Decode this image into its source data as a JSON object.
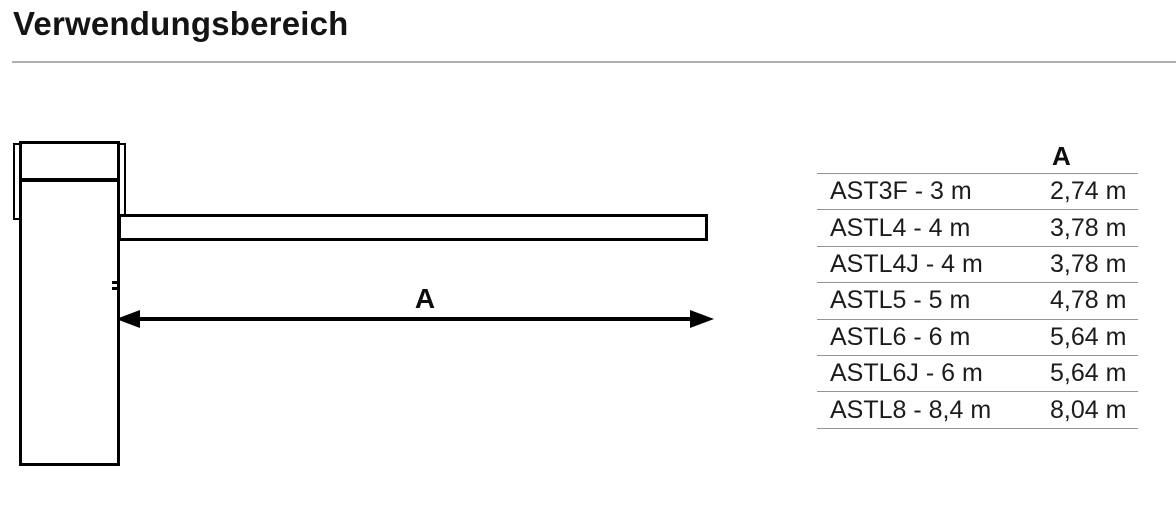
{
  "page": {
    "title": "Verwendungsbereich"
  },
  "diagram": {
    "dimension_label": "A"
  },
  "table": {
    "header_a": "A",
    "rows": [
      {
        "model": "AST3F - 3 m",
        "value": "2,74 m"
      },
      {
        "model": "ASTL4 - 4 m",
        "value": "3,78 m"
      },
      {
        "model": "ASTL4J - 4 m",
        "value": "3,78 m"
      },
      {
        "model": "ASTL5 - 5 m",
        "value": "4,78 m"
      },
      {
        "model": "ASTL6 - 6 m",
        "value": "5,64 m"
      },
      {
        "model": "ASTL6J - 6 m",
        "value": "5,64 m"
      },
      {
        "model": "ASTL8 - 8,4 m",
        "value": "8,04 m"
      }
    ]
  },
  "colors": {
    "stroke": "#000000",
    "text": "#1c1c1c",
    "separator_gray": "#949494",
    "title_rule_gray": "#b0b0b0"
  }
}
